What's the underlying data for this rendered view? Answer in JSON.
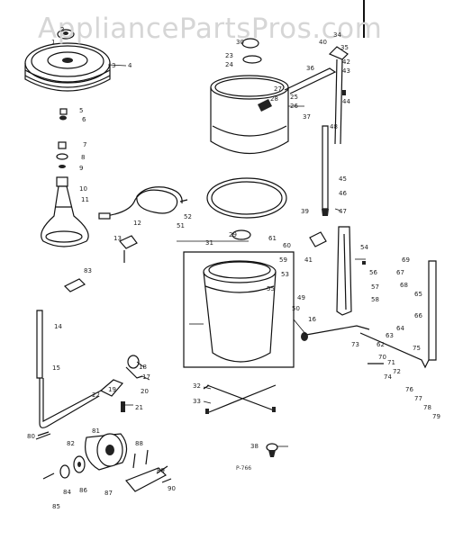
{
  "watermark": "AppliancePartsPros.com",
  "figure_code": "P-766",
  "callouts": [
    "1",
    "2",
    "3",
    "4",
    "5",
    "6",
    "7",
    "8",
    "9",
    "10",
    "11",
    "12",
    "13",
    "14",
    "15",
    "16",
    "17",
    "18",
    "19",
    "20",
    "21",
    "22",
    "23",
    "24",
    "25",
    "26",
    "27",
    "28",
    "29",
    "30",
    "31",
    "32",
    "33",
    "34",
    "35",
    "36",
    "37",
    "38",
    "39",
    "40",
    "41",
    "42",
    "43",
    "44",
    "45",
    "46",
    "47",
    "48",
    "49",
    "50",
    "51",
    "52",
    "53",
    "54",
    "55",
    "56",
    "57",
    "58",
    "59",
    "60",
    "61",
    "62",
    "63",
    "64",
    "65",
    "66",
    "67",
    "68",
    "69",
    "70",
    "71",
    "72",
    "73",
    "74",
    "75",
    "76",
    "77",
    "78",
    "79",
    "80",
    "81",
    "82",
    "83",
    "84",
    "85",
    "86",
    "87",
    "88",
    "89",
    "90"
  ]
}
